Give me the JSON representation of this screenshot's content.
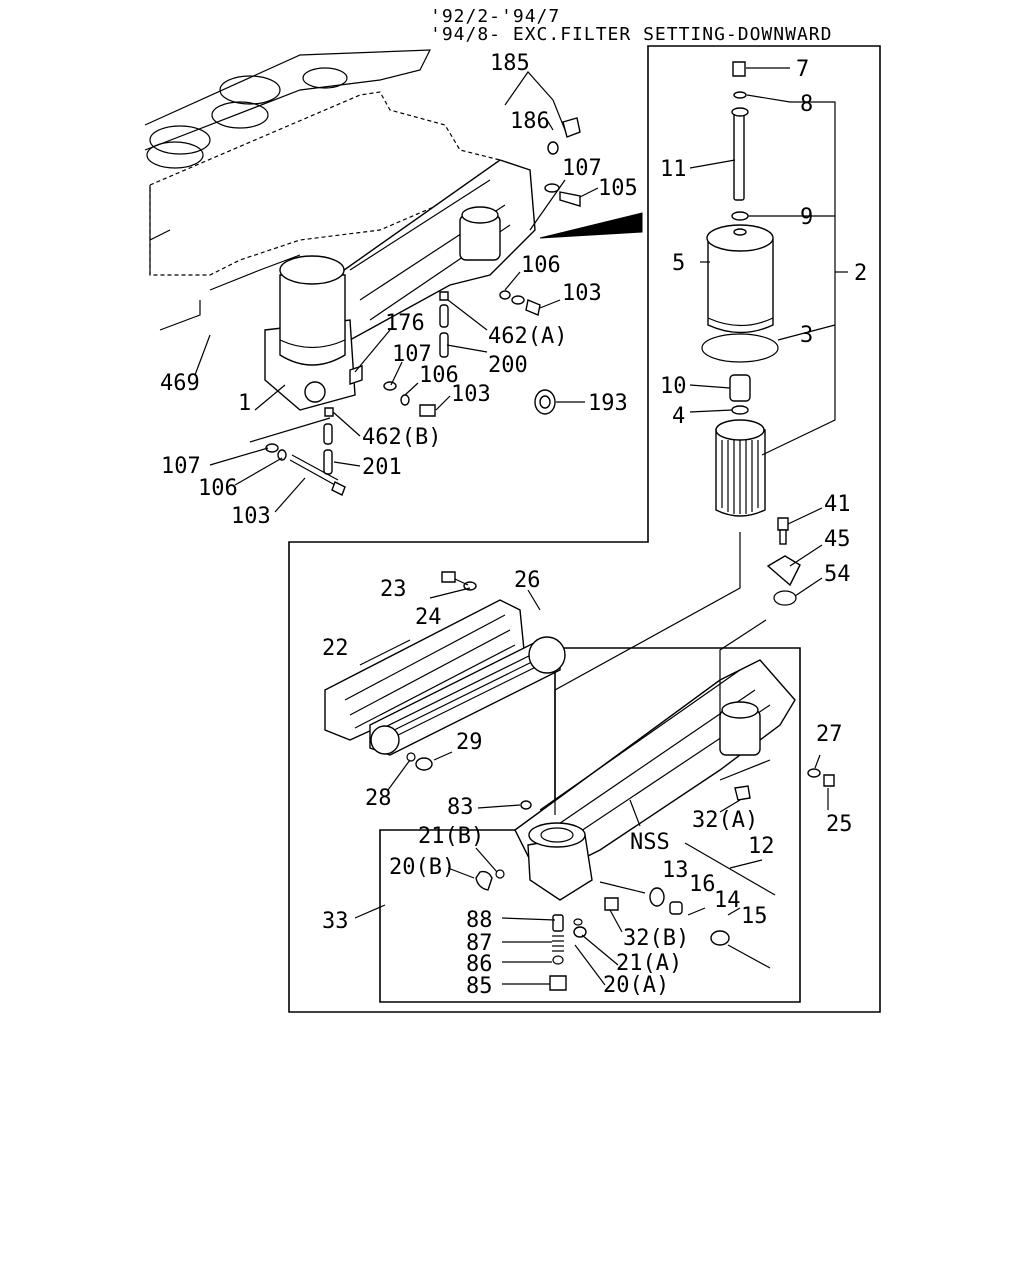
{
  "header": {
    "line1": "'92/2-'94/7",
    "line2": "'94/8- EXC.FILTER SETTING-DOWNWARD"
  },
  "callouts": {
    "c185": "185",
    "c186": "186",
    "c107a": "107",
    "c105": "105",
    "c106a": "106",
    "c103a": "103",
    "c462a": "462(A)",
    "c176": "176",
    "c107b": "107",
    "c106b": "106",
    "c103b": "103",
    "c200": "200",
    "c469": "469",
    "c1": "1",
    "c462b": "462(B)",
    "c107c": "107",
    "c106c": "106",
    "c201": "201",
    "c103c": "103",
    "c193": "193",
    "c7": "7",
    "c8": "8",
    "c11": "11",
    "c9": "9",
    "c5": "5",
    "c2": "2",
    "c3": "3",
    "c10": "10",
    "c4": "4",
    "c41": "41",
    "c45": "45",
    "c54": "54",
    "c23": "23",
    "c26": "26",
    "c24": "24",
    "c22": "22",
    "c29": "29",
    "c28": "28",
    "c27": "27",
    "c25": "25",
    "c83": "83",
    "c32a": "32(A)",
    "cNSS": "NSS",
    "c21b": "21(B)",
    "c12": "12",
    "c20b": "20(B)",
    "c13": "13",
    "c16": "16",
    "c14": "14",
    "c15": "15",
    "c33": "33",
    "c88": "88",
    "c32b": "32(B)",
    "c87": "87",
    "c86": "86",
    "c21a": "21(A)",
    "c85": "85",
    "c20a": "20(A)"
  }
}
